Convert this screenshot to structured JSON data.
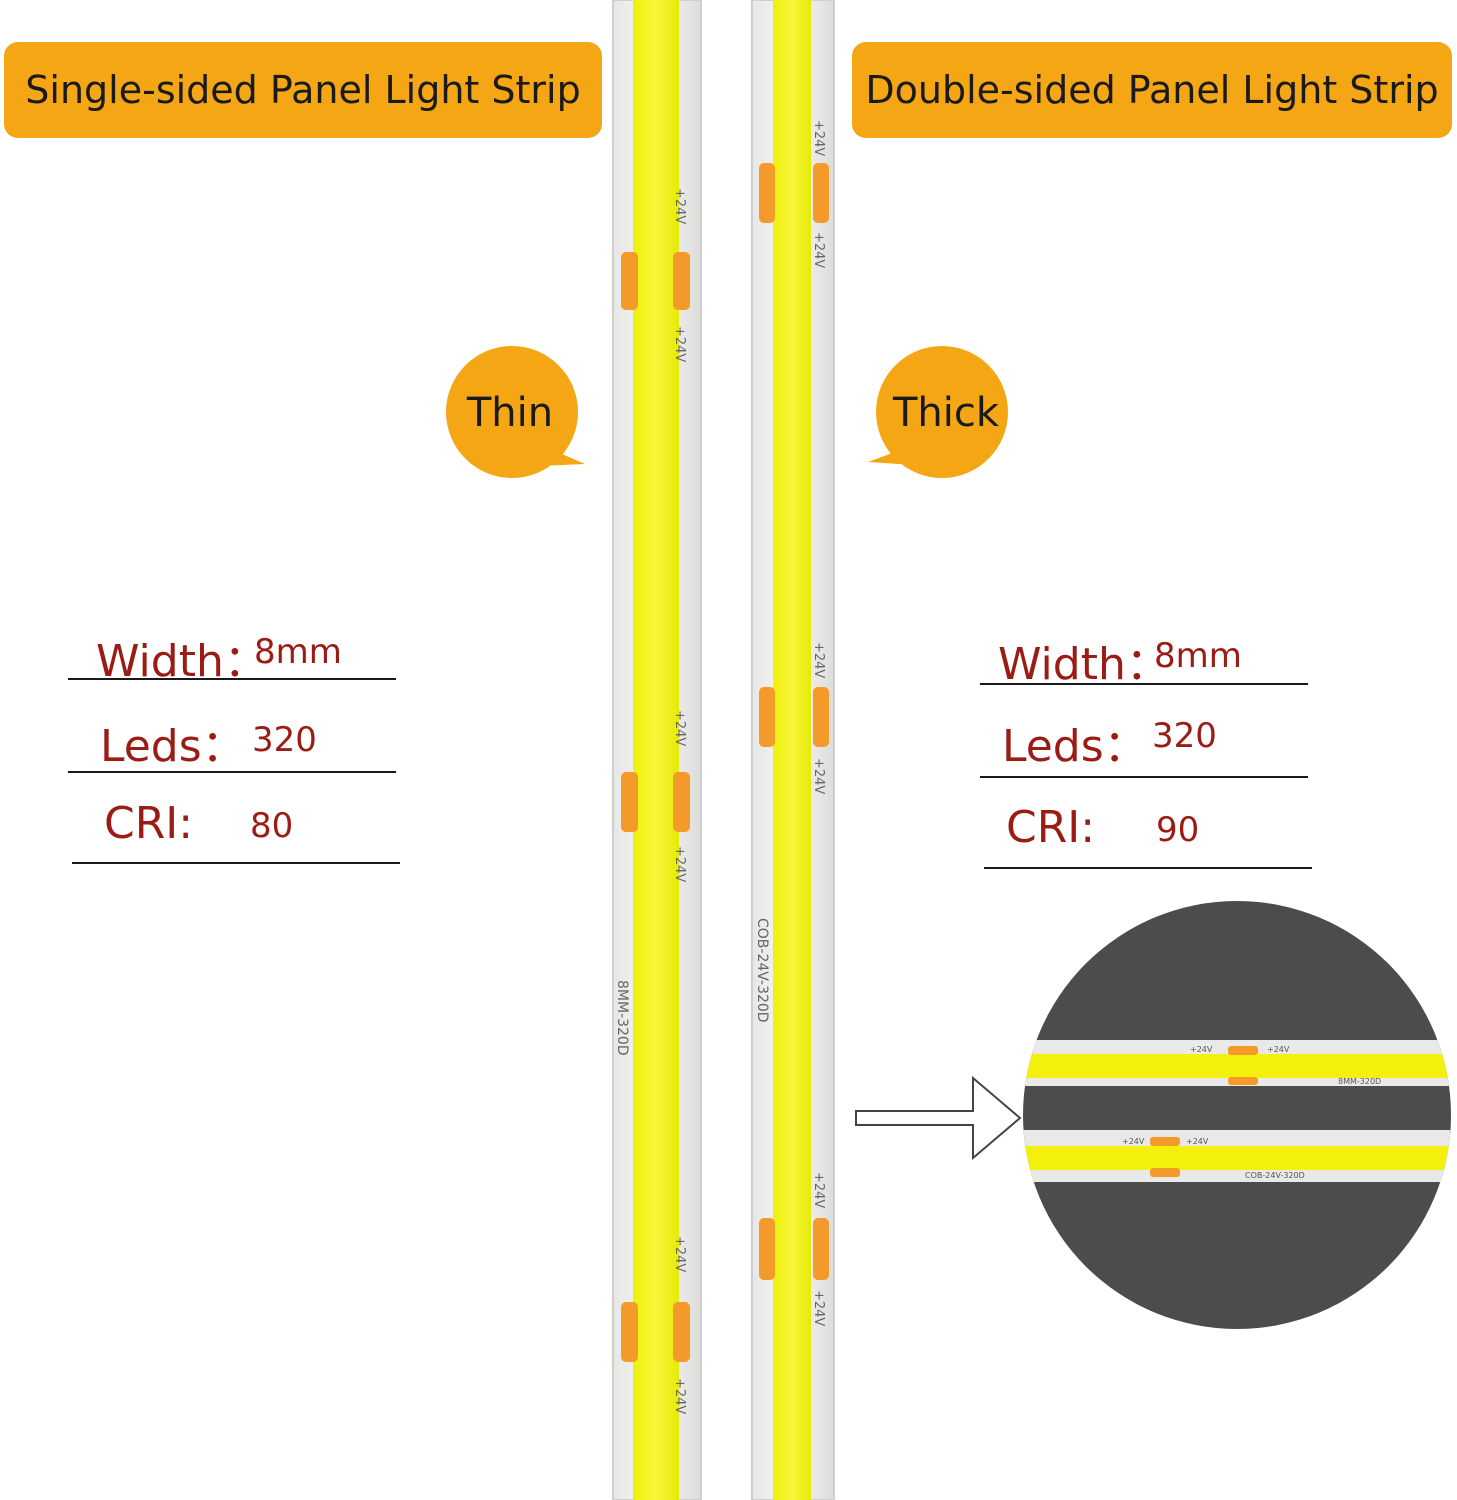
{
  "banners": {
    "left": "Single-sided Panel Light Strip",
    "right": "Double-sided Panel Light Strip"
  },
  "bubbles": {
    "left": "Thin",
    "right": "Thick"
  },
  "specs_left": [
    {
      "label": "Width：",
      "value": "8mm"
    },
    {
      "label": "Leds：",
      "value": "320"
    },
    {
      "label": "CRI:",
      "value": "80"
    }
  ],
  "specs_right": [
    {
      "label": "Width：",
      "value": "8mm"
    },
    {
      "label": "Leds：",
      "value": "320"
    },
    {
      "label": "CRI:",
      "value": "90"
    }
  ],
  "strip_marks": {
    "voltage": "+24V",
    "minus": "-",
    "thin_model": "8MM-320D",
    "thick_model": "COB-24V-320D"
  },
  "colors": {
    "banner": "#f5a614",
    "spec_text": "#9b1c14",
    "led": "#f4f00e",
    "pad": "#f39a2a",
    "inset_bg": "#4c4c4a"
  }
}
